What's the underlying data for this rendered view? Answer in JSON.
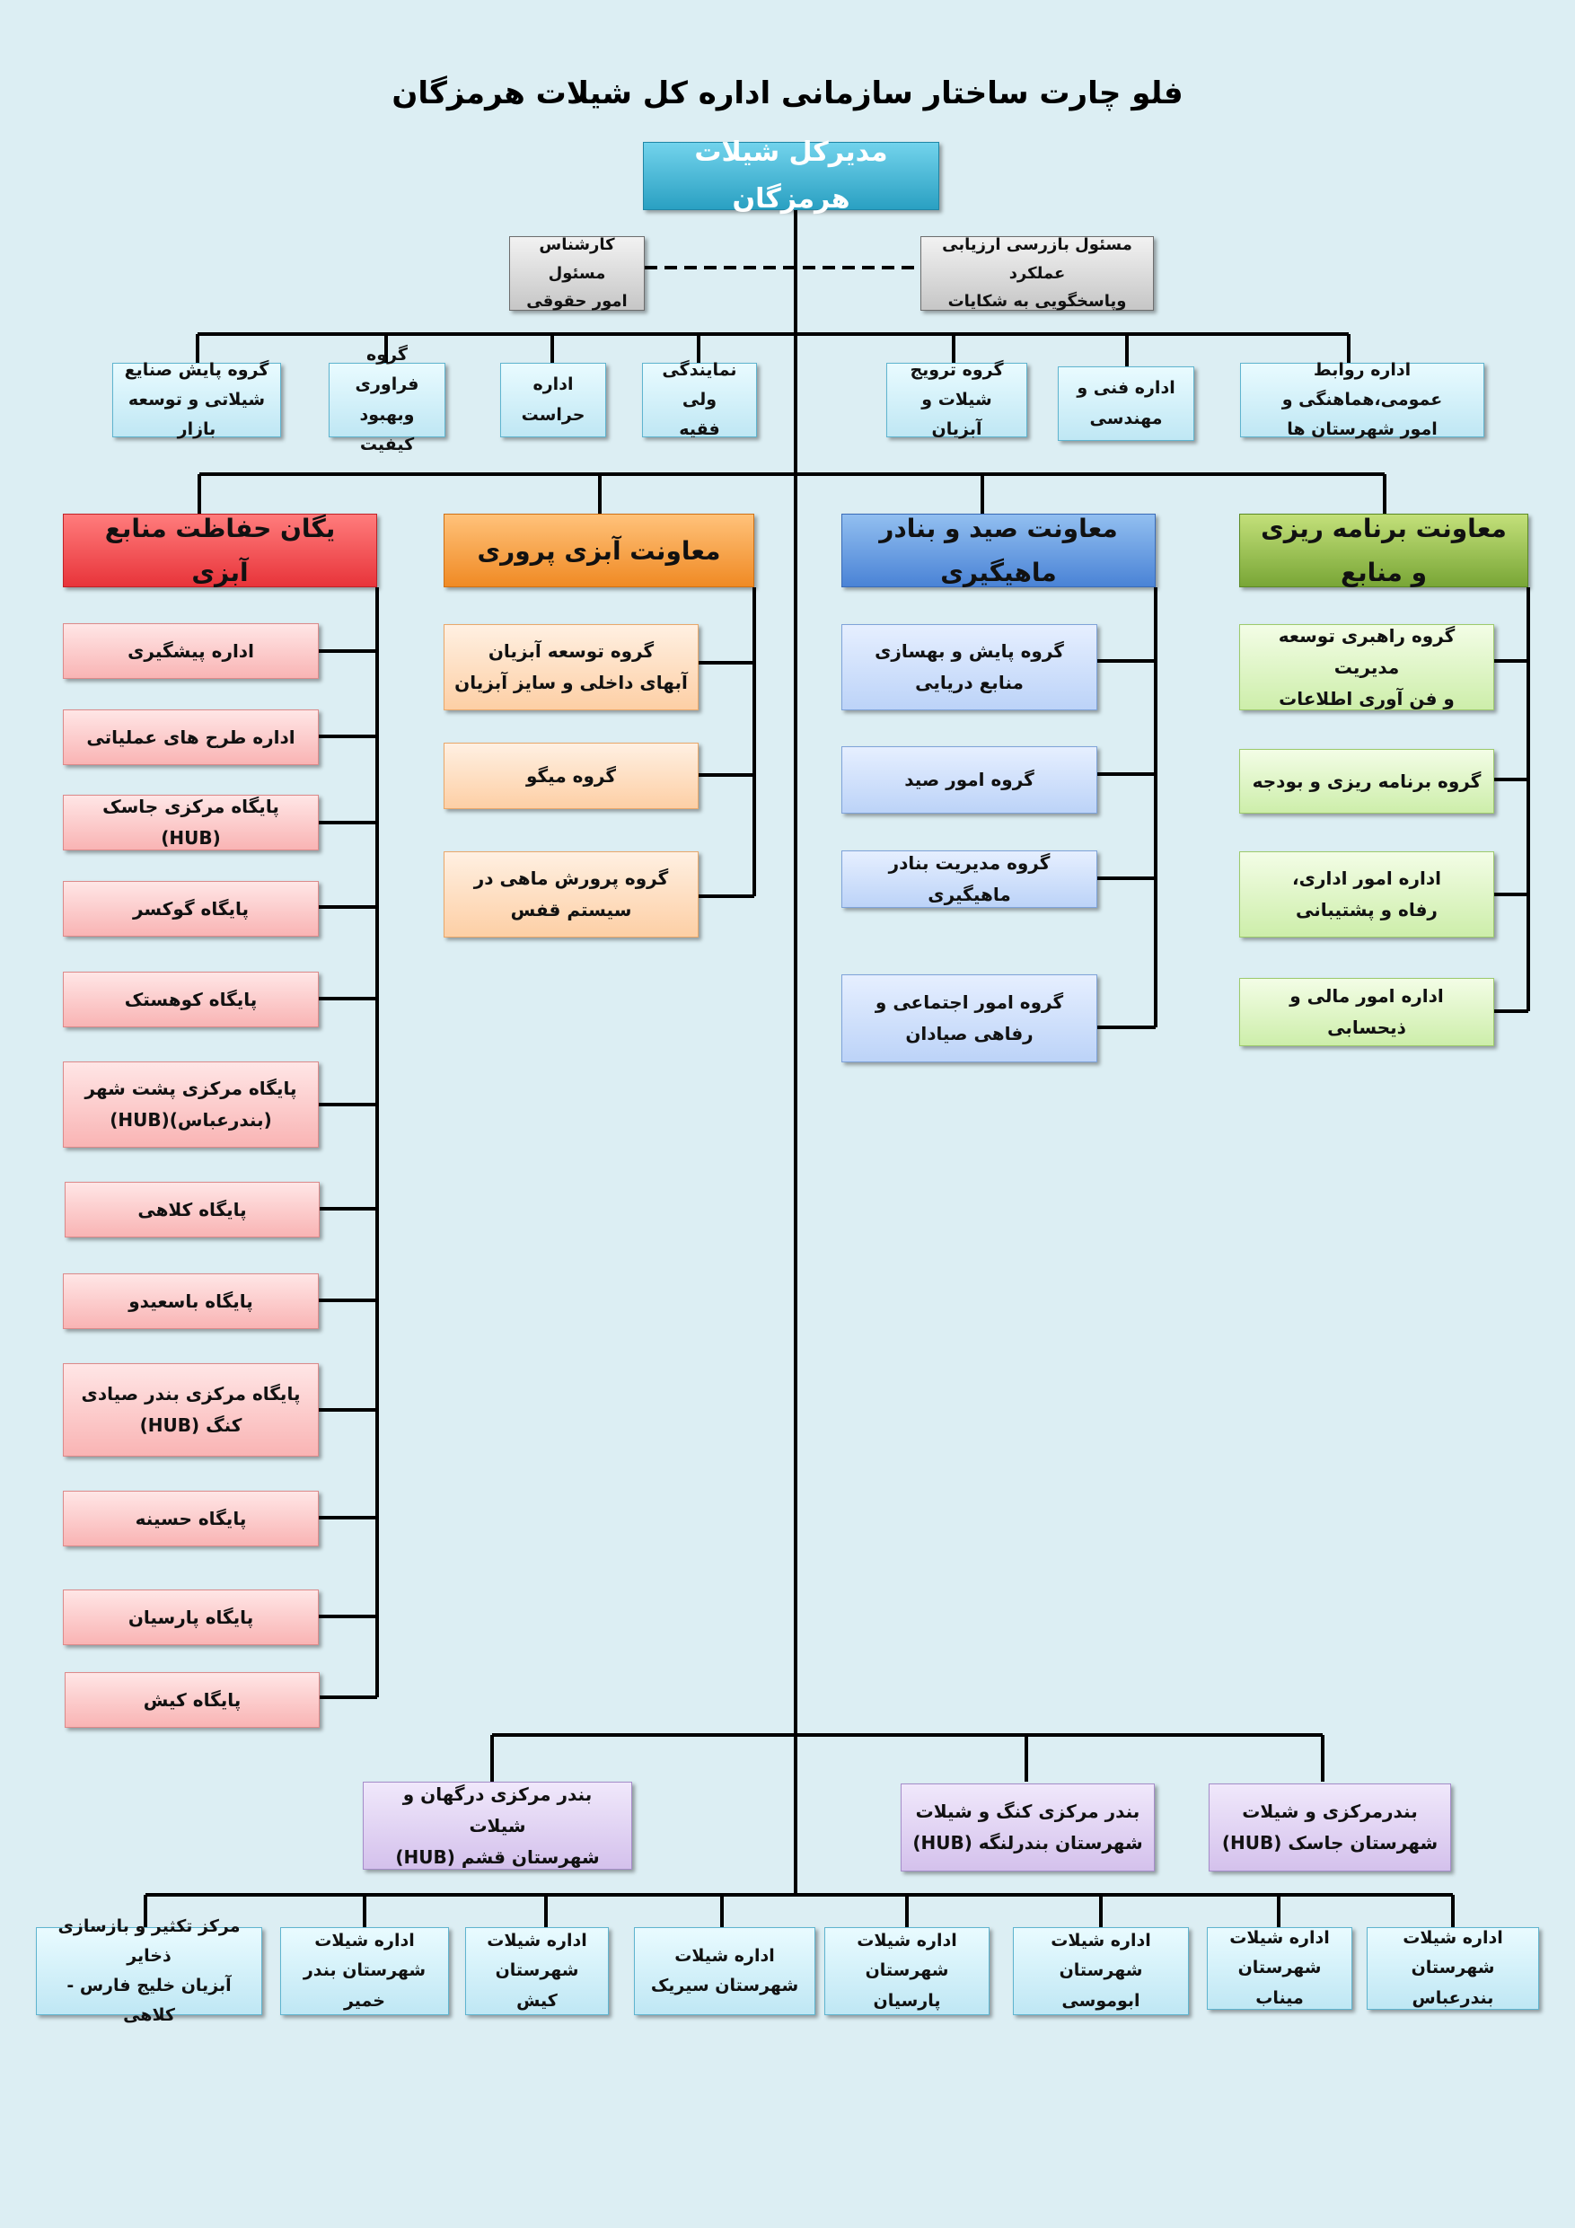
{
  "title": "فلو چارت ساختار سازمانی اداره کل شیلات هرمزگان",
  "director": "مدیرکل شیلات هرمزگان",
  "advisors": {
    "left": "کارشناس مسئول\nامور حقوقی",
    "right": "مسئول بازرسی ارزیابی عملکرد\nوپاسخگویی به شکایات"
  },
  "offices": [
    "گروه پایش صنایع\nشیلاتی و توسعه بازار",
    "گروه فراوری\nوبهبود کیفیت",
    "اداره\nحراست",
    "نمایندگی ولی\nفقیه",
    "گروه ترویج\nشیلات و آبزیان",
    "اداره فنی و\nمهندسی",
    "اداره روابط عمومی،هماهنگی و\nامور شهرستان ها"
  ],
  "deputies": {
    "planning": {
      "title": "معاونت برنامه ریزی و منابع",
      "items": [
        "گروه راهبری توسعه مدیریت\nو فن آوری اطلاعات",
        "گروه برنامه ریزی و بودجه",
        "اداره امور اداری،\nرفاه و پشتیبانی",
        "اداره امور مالی و ذیحسابی"
      ]
    },
    "fishing": {
      "title": "معاونت صید و بنادر ماهیگیری",
      "items": [
        "گروه پایش و بهسازی\nمنابع دریایی",
        "گروه امور صید",
        "گروه مدیریت بنادر ماهیگیری",
        "گروه امور اجتماعی و\nرفاهی صیادان"
      ]
    },
    "aquaculture": {
      "title": "معاونت آبزی پروری",
      "items": [
        "گروه توسعه آبزیان\nآبهای داخلی و سایز آبزیان",
        "گروه میگو",
        "گروه پرورش ماهی در\nسیستم قفس"
      ]
    },
    "protection": {
      "title": "یگان حفاظت منابع آبزی",
      "items": [
        "اداره پیشگیری",
        "اداره طرح های عملیاتی",
        "پایگاه مرکزی جاسک (HUB)",
        "پایگاه گوکسر",
        "پایگاه کوهستک",
        "پایگاه مرکزی پشت شهر\n(بندرعباس)(HUB)",
        "پایگاه کلاهی",
        "پایگاه باسعیدو",
        "پایگاه مرکزی بندر صیادی\nکنگ (HUB)",
        "پایگاه حسینه",
        "پایگاه پارسیان",
        "پایگاه کیش"
      ]
    }
  },
  "ports": [
    "بندر مرکزی درگهان و شیلات\nشهرستان قشم (HUB)",
    "بندر مرکزی کنگ و شیلات\nشهرستان بندرلنگه (HUB)",
    "بندرمرکزی و شیلات\nشهرستان جاسک (HUB)"
  ],
  "counties": [
    "مرکز تکثیر و بازسازی ذخایر\nآبزیان خلیج فارس - کلاهی",
    "اداره شیلات\nشهرستان بندر خمیر",
    "اداره شیلات\nشهرستان کیش",
    "اداره شیلات\nشهرستان سیریک",
    "اداره شیلات\nشهرستان پارسیان",
    "اداره شیلات شهرستان\nابوموسی",
    "اداره شیلات\nشهرستان میناب",
    "اداره شیلات\nشهرستان بندرعباس"
  ]
}
